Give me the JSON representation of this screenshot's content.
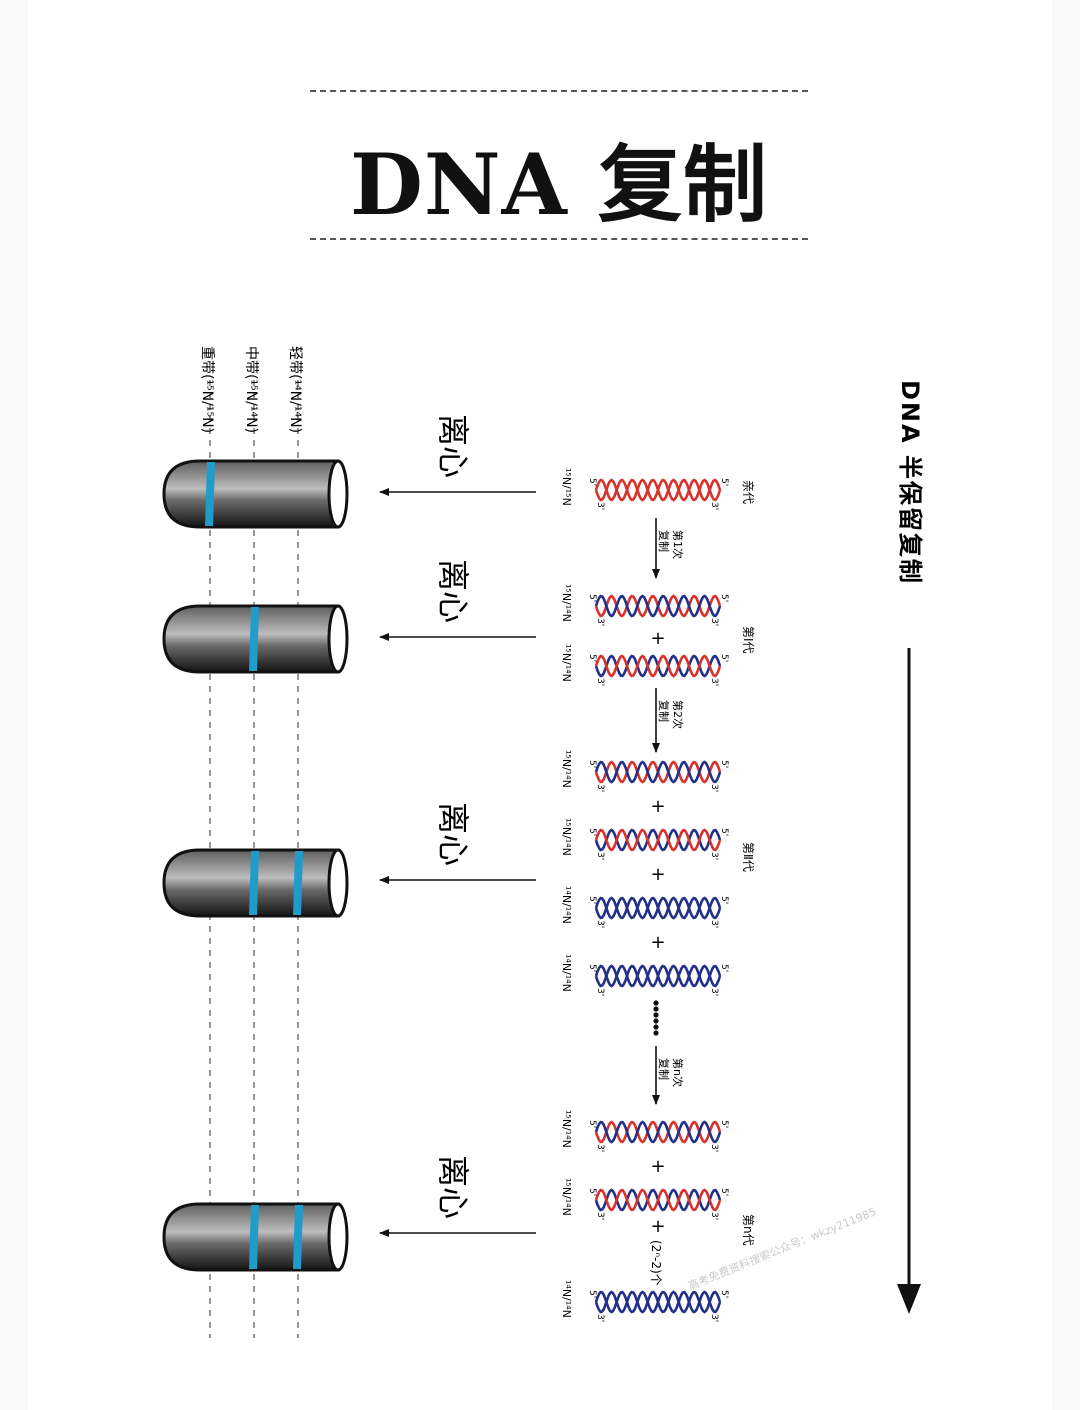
{
  "title": "DNA 复制",
  "side_title": "DNA 半保留复制",
  "bands": {
    "light": "轻带(¹⁴N/¹⁴N)",
    "middle": "中带(¹⁵N/¹⁴N)",
    "heavy": "重带(¹⁵N/¹⁵N)"
  },
  "centrifuge_label": "离心",
  "generations": {
    "parent": "亲代",
    "g1": "第Ⅰ代",
    "g2": "第Ⅱ代",
    "gn": "第n代"
  },
  "steps": {
    "s1": "第1次复制",
    "s2": "第2次复制",
    "sn": "第n次复制"
  },
  "labels": {
    "n15n15": "¹⁵N/¹⁵N",
    "n15n14": "¹⁵N/¹⁴N",
    "n14n14": "¹⁴N/¹⁴N",
    "count": "(2ⁿ-2)个",
    "plus": "+",
    "end5": "5'",
    "end3": "3'"
  },
  "watermark": "高考免费资料搜索公众号：wkzy211985",
  "colors": {
    "red_strand": "#d9322c",
    "blue_strand": "#22308a",
    "band": "#1f9cc9"
  }
}
